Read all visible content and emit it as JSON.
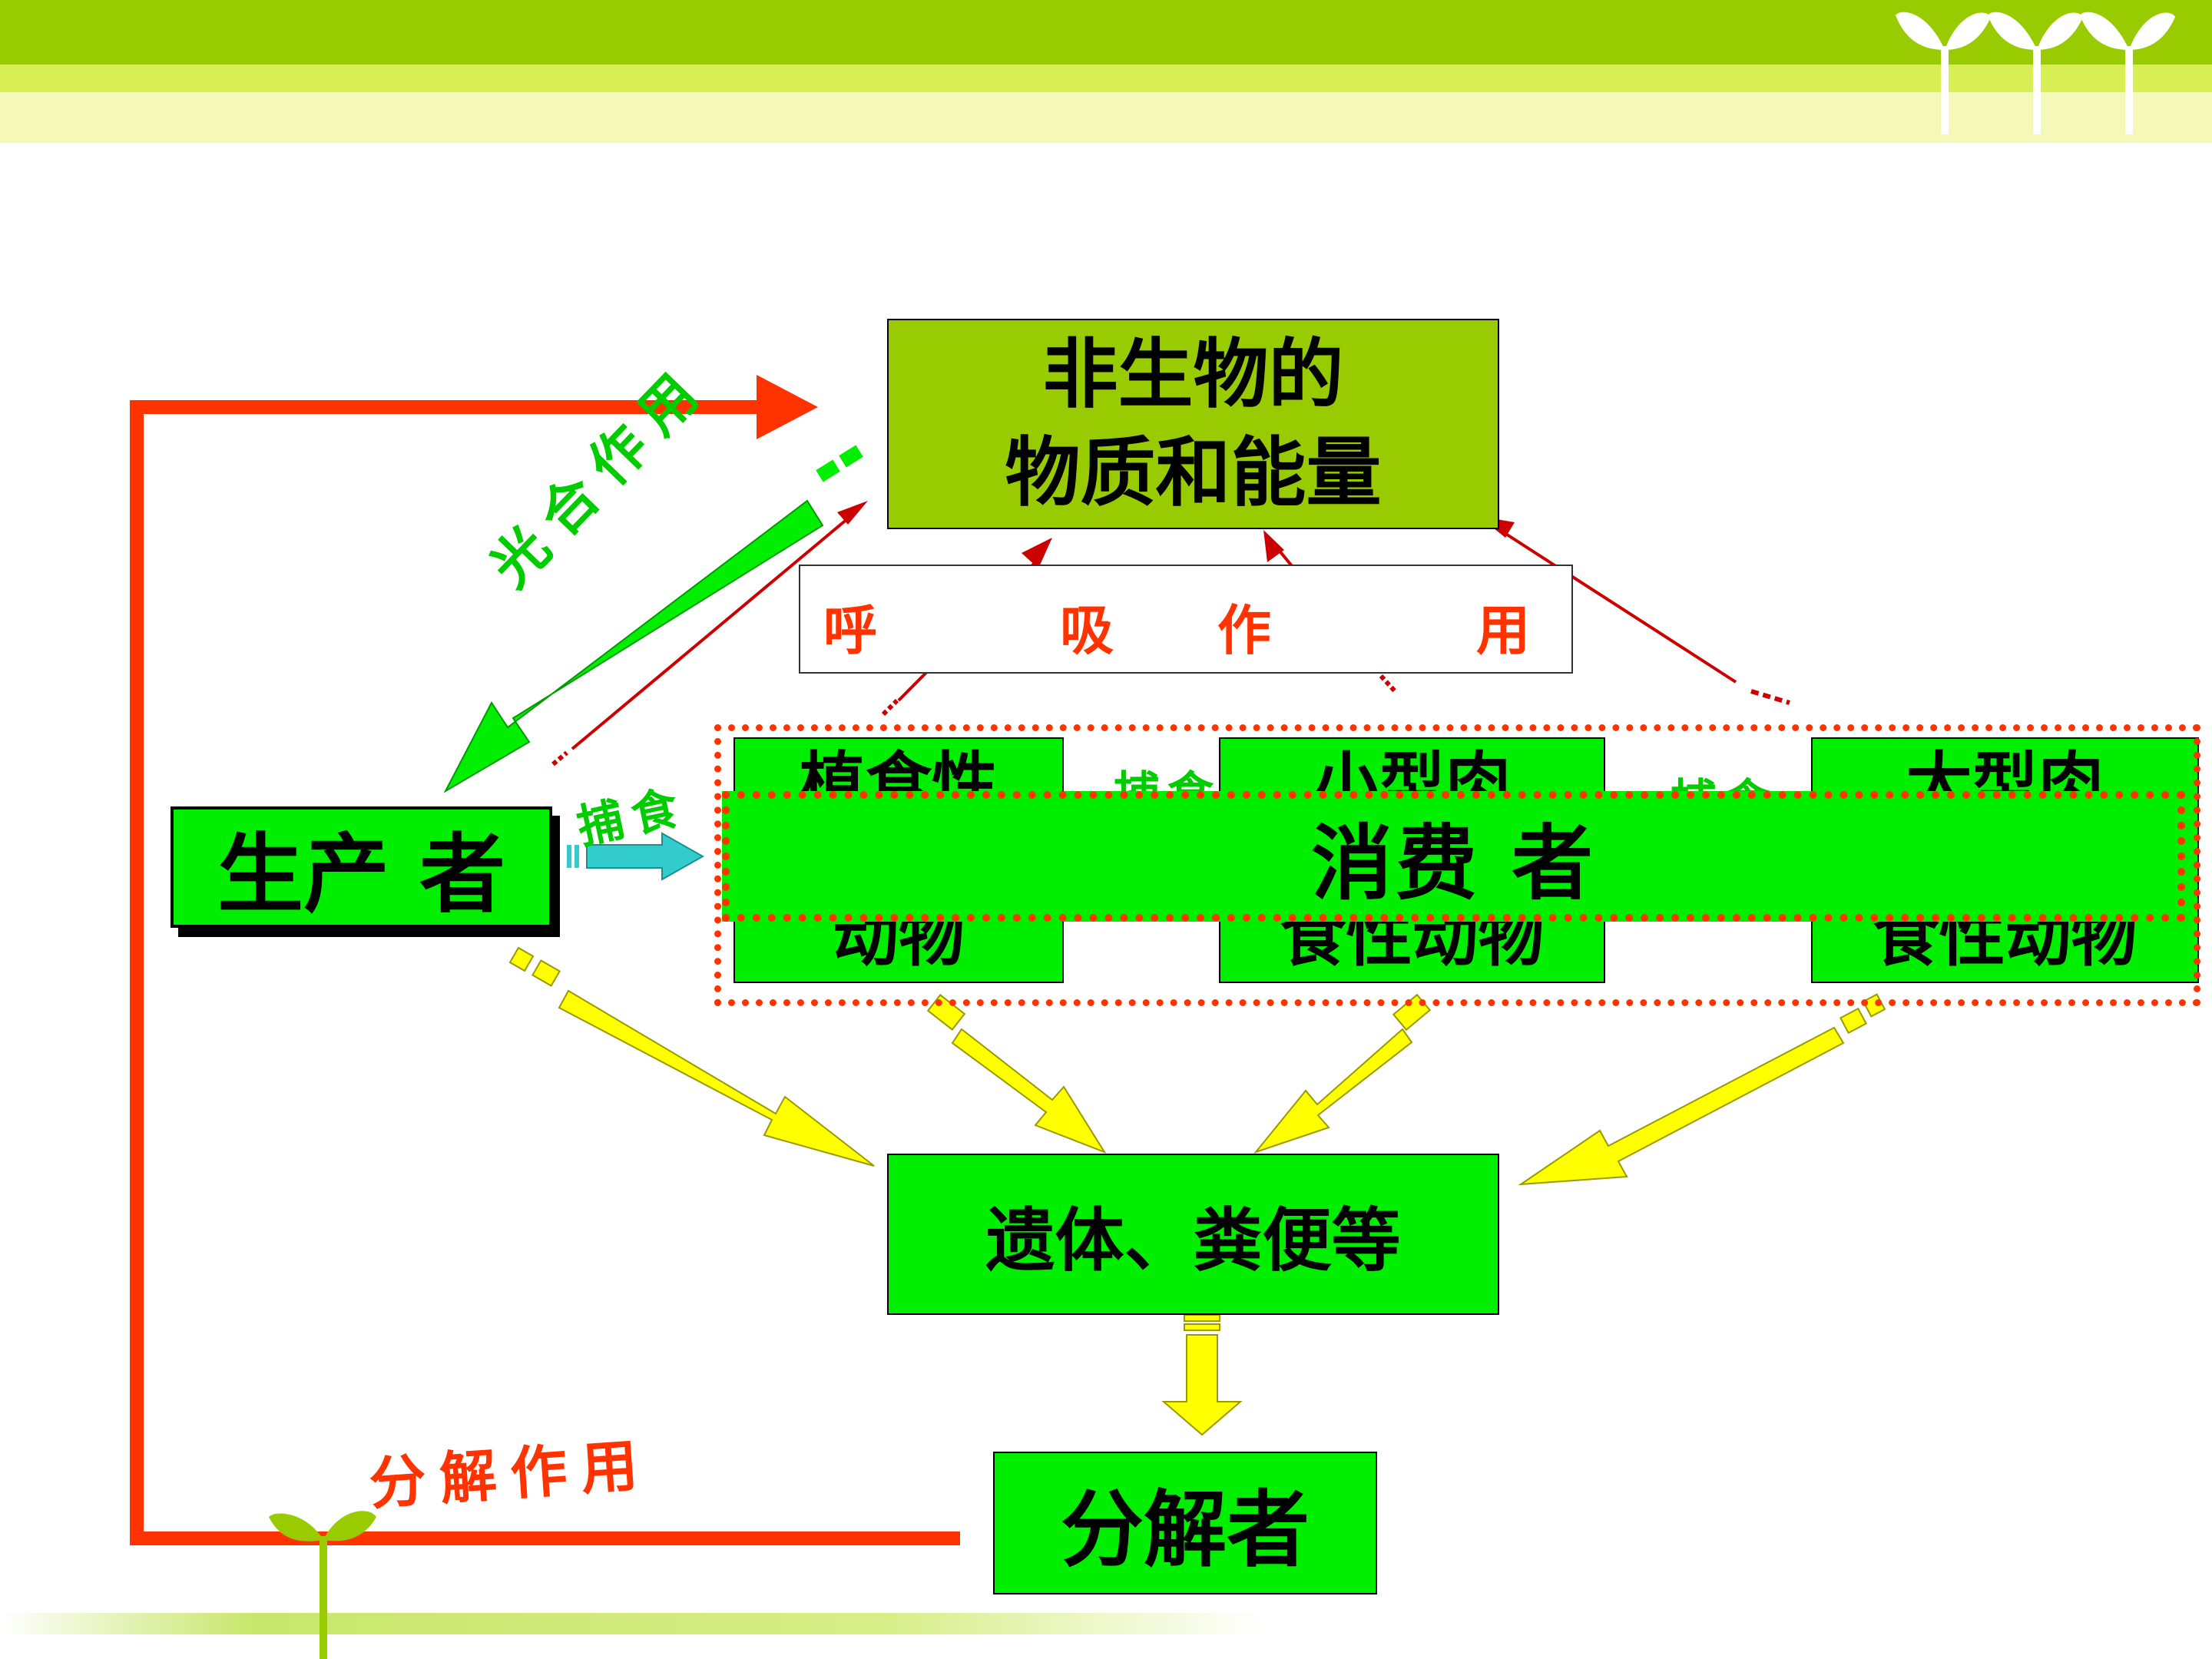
{
  "slide": {
    "colors": {
      "header_dark": "#99CC00",
      "header_light": "#EEF58A",
      "box_olive": "#99CC00",
      "box_green": "#00EE00",
      "red_flow": "#FF3300",
      "yellow_arrow": "#FFFF00",
      "teal_arrow": "#33CCCC"
    },
    "icons": [
      "sprout-icon",
      "sprout-icon",
      "sprout-icon",
      "sprout-icon"
    ]
  },
  "nodes": {
    "abiotic_line1": "非生物的",
    "abiotic_line2": "物质和能量",
    "producer": "生产 者",
    "consumer_herbivore_line1": "植食性",
    "consumer_herbivore_line2": "动物",
    "consumer_small_line1": "小型肉",
    "consumer_small_line2": "食性动物",
    "consumer_large_line1": "大型肉",
    "consumer_large_line2": "食性动物",
    "consumers_group": "消费 者",
    "remains": "遗体、粪便等",
    "decomposer": "分解者"
  },
  "labels": {
    "photosynthesis": "光合作用",
    "respiration": [
      "呼",
      "吸",
      "作",
      "用"
    ],
    "predation_1": "捕食",
    "predation_2": "捕食",
    "predation_3": "捕食",
    "decomposition": "分解作用"
  }
}
